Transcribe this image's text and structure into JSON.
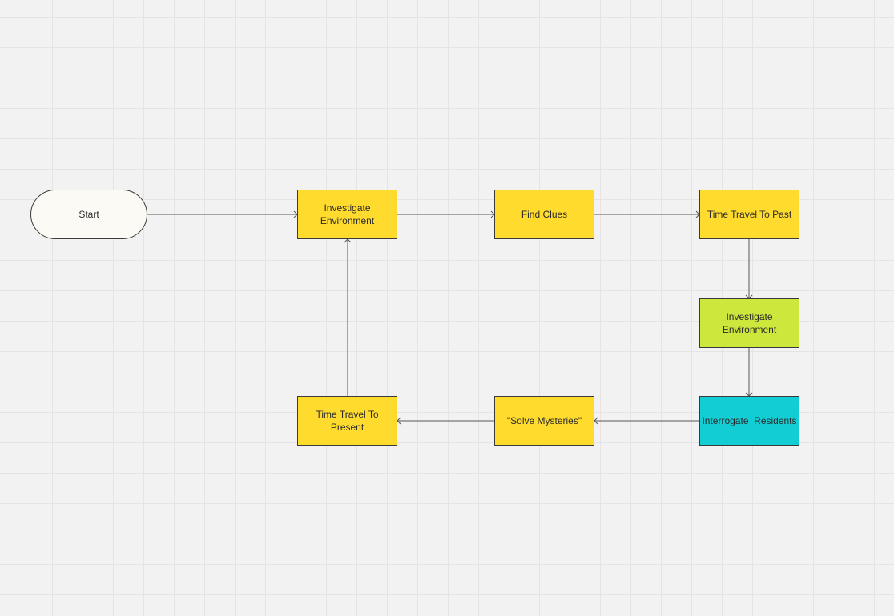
{
  "nodes": [
    {
      "id": "start",
      "label": "Start",
      "shape": "terminal",
      "color": "#fcfaf4"
    },
    {
      "id": "investigate-environment-1",
      "label": "Investigate Environment",
      "shape": "process",
      "color": "#ffdb2e"
    },
    {
      "id": "find-clues",
      "label": "Find Clues",
      "shape": "process",
      "color": "#ffdb2e"
    },
    {
      "id": "time-travel-to-past",
      "label": "Time Travel To Past",
      "shape": "process",
      "color": "#ffdb2e"
    },
    {
      "id": "investigate-environment-2",
      "label": "Investigate Environment",
      "shape": "process",
      "color": "#cde73c"
    },
    {
      "id": "interrogate-residents",
      "label": "Interrogate  Residents",
      "shape": "process",
      "color": "#12cdd4"
    },
    {
      "id": "solve-mysteries",
      "label": "\"Solve Mysteries\"",
      "shape": "process",
      "color": "#ffdb2e"
    },
    {
      "id": "time-travel-to-present",
      "label": "Time Travel To Present",
      "shape": "process",
      "color": "#ffdb2e"
    }
  ],
  "edges": [
    {
      "from": "start",
      "to": "investigate-environment-1"
    },
    {
      "from": "investigate-environment-1",
      "to": "find-clues"
    },
    {
      "from": "find-clues",
      "to": "time-travel-to-past"
    },
    {
      "from": "time-travel-to-past",
      "to": "investigate-environment-2"
    },
    {
      "from": "investigate-environment-2",
      "to": "interrogate-residents"
    },
    {
      "from": "interrogate-residents",
      "to": "solve-mysteries"
    },
    {
      "from": "solve-mysteries",
      "to": "time-travel-to-present"
    },
    {
      "from": "time-travel-to-present",
      "to": "investigate-environment-1"
    }
  ],
  "colors": {
    "canvas_background": "#f2f2f2",
    "grid_line": "#e4e4e4",
    "node_border": "#3a3a3a",
    "connector": "#555555"
  }
}
